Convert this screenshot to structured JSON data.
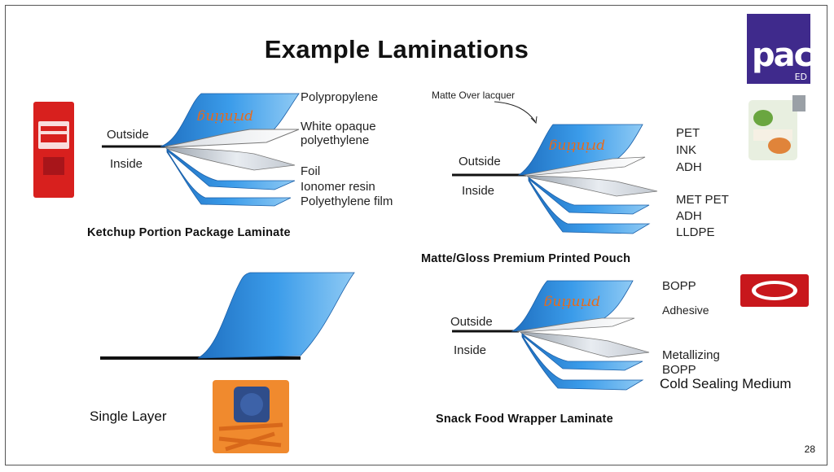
{
  "title": "Example  Laminations",
  "logo": {
    "text": "pac",
    "sub": "ED"
  },
  "page_number": "28",
  "ketchup": {
    "outside": "Outside",
    "inside": "Inside",
    "layers": [
      "Polypropylene",
      "White opaque",
      "polyethylene",
      "Foil",
      "Ionomer resin",
      "Polyethylene film"
    ],
    "caption": "Ketchup Portion Package Laminate",
    "printing_text": "printing"
  },
  "pouch": {
    "note": "Matte Over lacquer",
    "outside": "Outside",
    "inside": "Inside",
    "layers": [
      "PET",
      "INK",
      "ADH",
      "MET PET",
      "ADH",
      "LLDPE"
    ],
    "caption": "Matte/Gloss Premium Printed Pouch",
    "printing_text": "printing"
  },
  "single": {
    "caption": "Single Layer"
  },
  "snack": {
    "outside": "Outside",
    "inside": "Inside",
    "layers": [
      "BOPP",
      "Adhesive",
      "Metallizing",
      "BOPP",
      "Cold Sealing Medium"
    ],
    "caption": "Snack Food Wrapper Laminate",
    "printing_text": "printing"
  },
  "colors": {
    "blue": "#2e8fe0",
    "blue_light": "#8cc6f2",
    "grey": "#c9ced6"
  }
}
